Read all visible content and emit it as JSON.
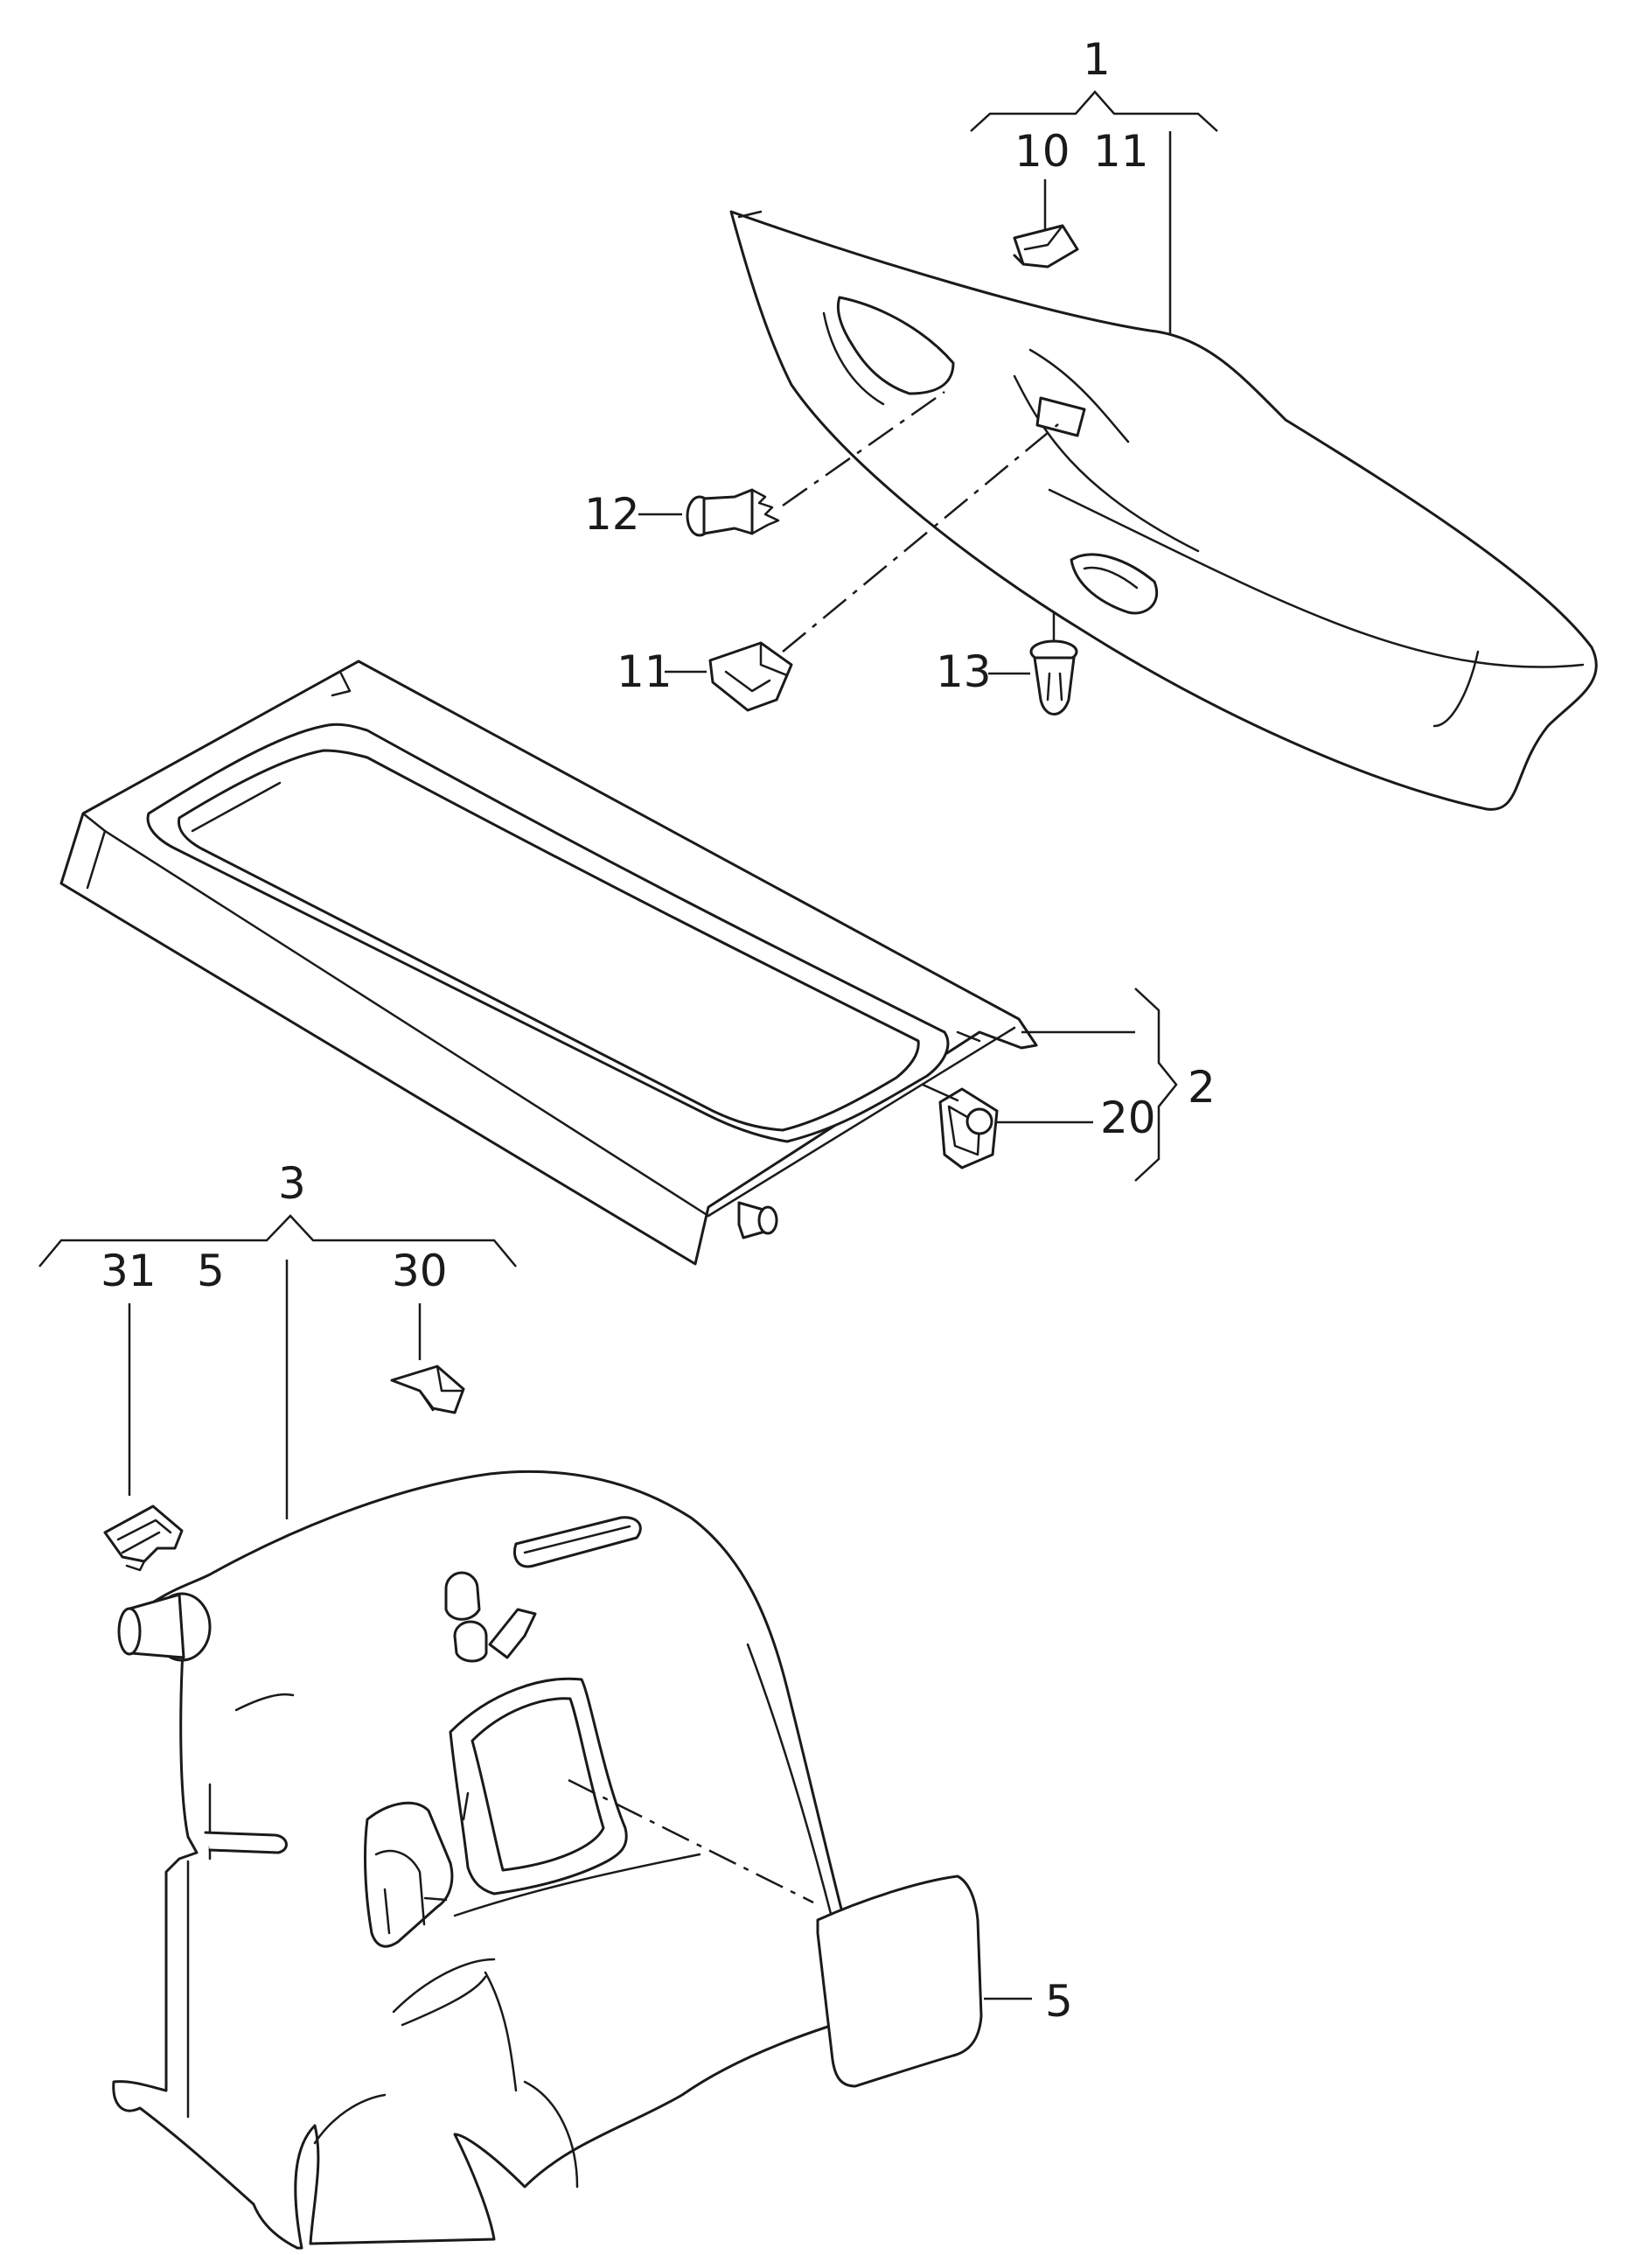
{
  "labels": {
    "p1": "1",
    "p10": "10",
    "p11_top": "11",
    "p12": "12",
    "p11_side": "11",
    "p13": "13",
    "p2": "2",
    "p20": "20",
    "p3": "3",
    "p31": "31",
    "p5_top": "5",
    "p30": "30",
    "p5_side": "5"
  }
}
